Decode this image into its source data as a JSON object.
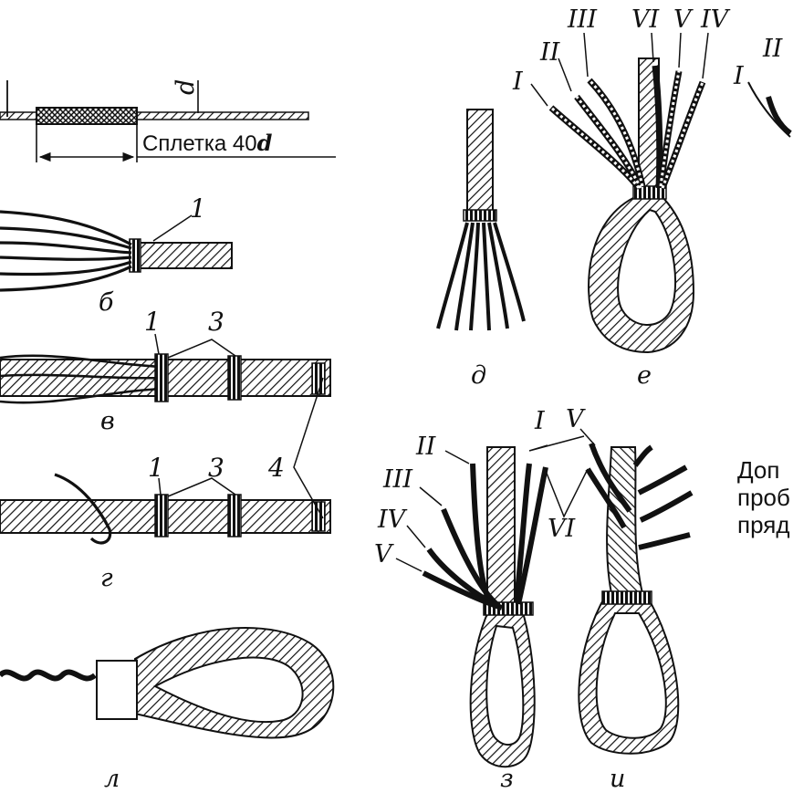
{
  "splice_label": {
    "text": "Сплетка 40",
    "var": "d"
  },
  "dim_d": "d",
  "captions": {
    "b": "б",
    "v": "в",
    "g": "г",
    "l": "л",
    "d": "д",
    "e": "е",
    "z": "з",
    "i": "и"
  },
  "numbers": {
    "one": "1",
    "three": "3",
    "four": "4"
  },
  "romans": {
    "I": "I",
    "II": "II",
    "III": "III",
    "IV": "IV",
    "V": "V",
    "VI": "VI"
  },
  "note_lines": [
    "Доп",
    "проб",
    "пряд"
  ]
}
